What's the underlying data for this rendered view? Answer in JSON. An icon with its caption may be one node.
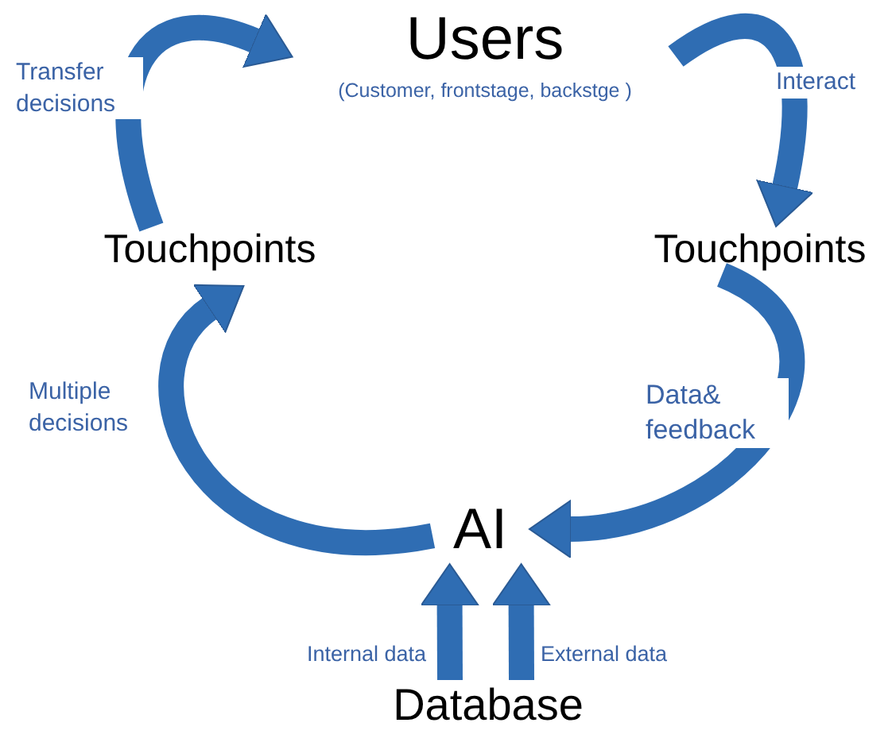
{
  "diagram": {
    "nodes": [
      {
        "text": [
          "Users",
          "(Customer, frontstage, backstge )"
        ]
      },
      {
        "text": [
          "Touchpoints"
        ]
      },
      {
        "text": [
          "Touchpoints"
        ]
      },
      {
        "text": [
          "AI"
        ]
      },
      {
        "text": [
          "Database"
        ]
      }
    ],
    "edges": [
      {
        "from": 1,
        "to": 0,
        "arrow": "to",
        "label": "Transfer decisions"
      },
      {
        "from": 0,
        "to": 2,
        "arrow": "to",
        "label": "Interact"
      },
      {
        "from": 2,
        "to": 3,
        "arrow": "to",
        "label": "Data& feedback"
      },
      {
        "from": 3,
        "to": 1,
        "arrow": "to",
        "label": "Multiple decisions"
      },
      {
        "from": 4,
        "to": 3,
        "arrow": "to",
        "label": "Internal data"
      },
      {
        "from": 4,
        "to": 3,
        "arrow": "to",
        "label": "External data"
      }
    ]
  }
}
